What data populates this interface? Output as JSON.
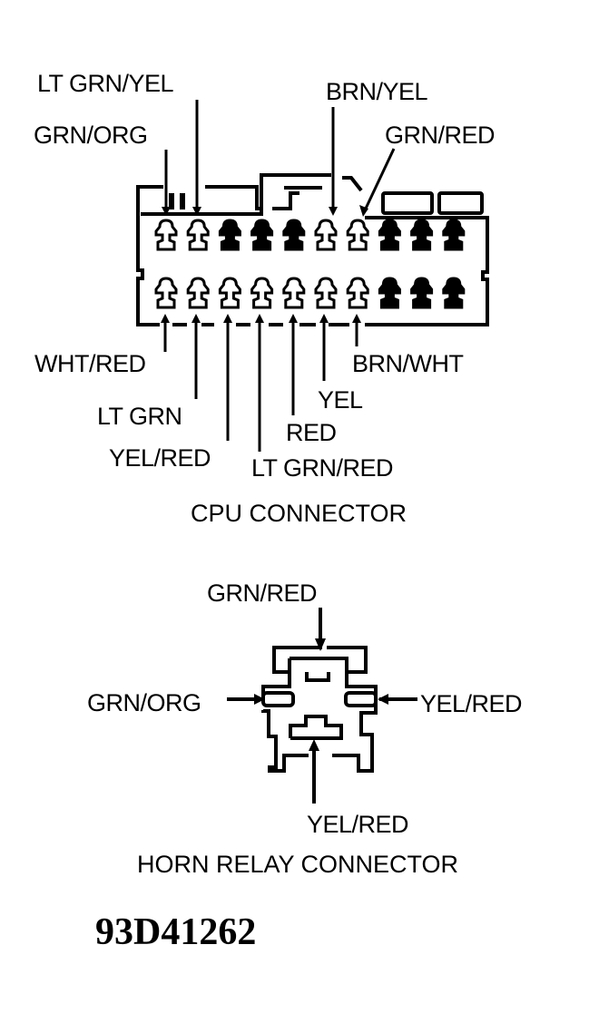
{
  "figure_id": "93D41262",
  "cpu_connector": {
    "title": "CPU CONNECTOR",
    "top_row_labels": [
      {
        "text": "LT GRN/YEL",
        "terminal": 2
      },
      {
        "text": "GRN/ORG",
        "terminal": 1
      },
      {
        "text": "BRN/YEL",
        "terminal": 6
      },
      {
        "text": "GRN/RED",
        "terminal": 7
      }
    ],
    "bottom_row_labels": [
      {
        "text": "WHT/RED",
        "terminal": 1
      },
      {
        "text": "LT GRN",
        "terminal": 2
      },
      {
        "text": "YEL/RED",
        "terminal": 3
      },
      {
        "text": "LT GRN/RED",
        "terminal": 4
      },
      {
        "text": "RED",
        "terminal": 5
      },
      {
        "text": "YEL",
        "terminal": 6
      },
      {
        "text": "BRN/WHT",
        "terminal": 7
      }
    ],
    "top_row_terminals": [
      "open",
      "open",
      "filled",
      "filled",
      "filled",
      "open",
      "open",
      "filled",
      "filled",
      "filled"
    ],
    "bottom_row_terminals": [
      "open",
      "open",
      "open",
      "open",
      "open",
      "open",
      "open",
      "filled",
      "filled",
      "filled"
    ]
  },
  "horn_relay_connector": {
    "title": "HORN RELAY CONNECTOR",
    "labels": {
      "top": "GRN/RED",
      "left": "GRN/ORG",
      "right": "YEL/RED",
      "bottom": "YEL/RED"
    }
  }
}
